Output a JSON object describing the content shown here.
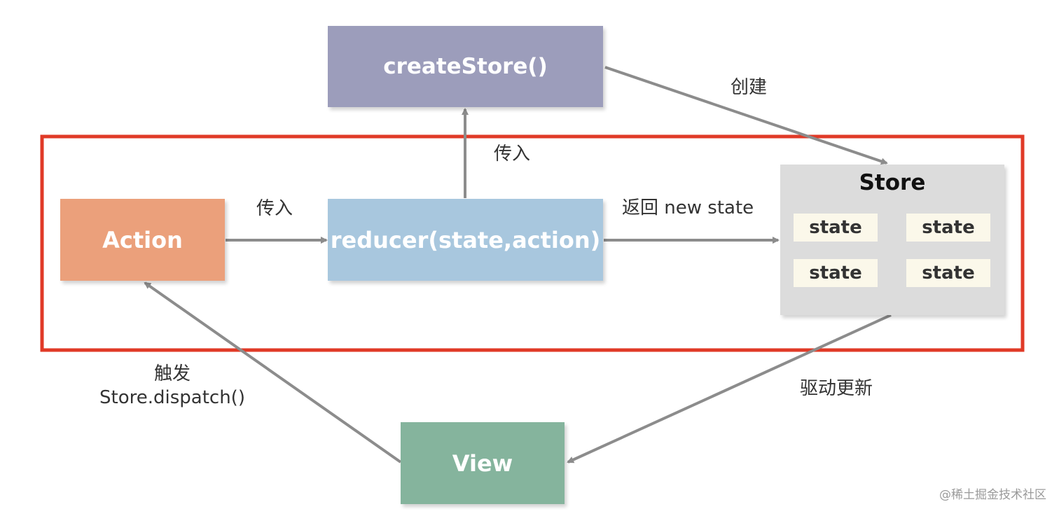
{
  "nodes": {
    "create_store": {
      "label": "createStore()",
      "color": "#9c9dbb"
    },
    "action": {
      "label": "Action",
      "color": "#eba07b"
    },
    "reducer": {
      "label": "reducer(state,action)",
      "color": "#a8c7de"
    },
    "store": {
      "title": "Store",
      "color": "#dcdcdc",
      "states": [
        "state",
        "state",
        "state",
        "state"
      ]
    },
    "view": {
      "label": "View",
      "color": "#85b49d"
    }
  },
  "edges": {
    "action_to_reducer": "传入",
    "reducer_to_create_store": "传入",
    "reducer_to_store": "返回 new state",
    "create_store_to_store": "创建",
    "store_to_view": "驱动更新",
    "view_to_action_line1": "触发",
    "view_to_action_line2": "Store.dispatch()"
  },
  "highlight_frame": {
    "color": "#e03a27"
  },
  "arrow_color": "#8c8c8c",
  "watermark": "@稀土掘金技术社区"
}
